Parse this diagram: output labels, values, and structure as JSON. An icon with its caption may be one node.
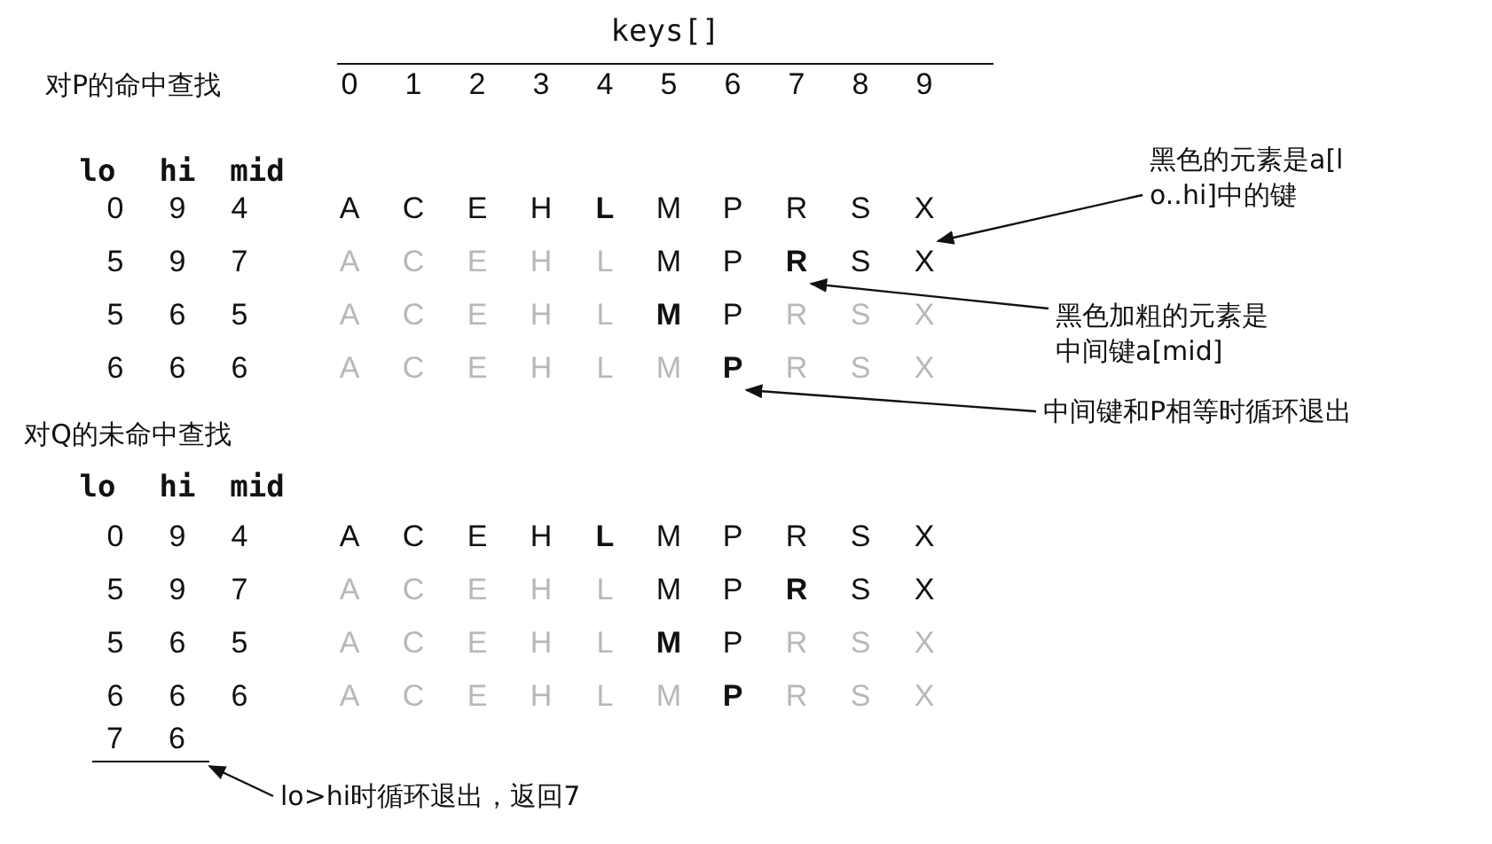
{
  "diagram": {
    "nodes": [
      {
        "text": [
          "黑色的元素是a[lo..hi]中的键"
        ]
      },
      {
        "text": [
          "X"
        ]
      },
      {
        "text": [
          "黑色加粗的元素是中间键a[mid]"
        ]
      },
      {
        "text": [
          "R"
        ]
      },
      {
        "text": [
          "中间键和P相等时循环退出"
        ]
      },
      {
        "text": [
          "P"
        ]
      },
      {
        "text": [
          "lo>hi时循环退出，返回7"
        ]
      },
      {
        "text": [
          "7",
          "6"
        ]
      }
    ],
    "edges": [
      {
        "from": 0,
        "to": 1,
        "arrow": "to"
      },
      {
        "from": 2,
        "to": 3,
        "arrow": "to"
      },
      {
        "from": 4,
        "to": 5,
        "arrow": "to"
      },
      {
        "from": 6,
        "to": 7,
        "arrow": "to"
      }
    ],
    "labels": [
      "keys[]",
      "对P的命中查找",
      "0",
      "1",
      "2",
      "3",
      "4",
      "5",
      "6",
      "7",
      "8",
      "9",
      "lo",
      "hi",
      "mid",
      "0",
      "9",
      "4",
      "A",
      "C",
      "E",
      "H",
      "L",
      "M",
      "P",
      "R",
      "S",
      "X",
      "5",
      "9",
      "7",
      "A",
      "C",
      "E",
      "H",
      "L",
      "M",
      "P",
      "S",
      "5",
      "6",
      "5",
      "A",
      "C",
      "E",
      "H",
      "L",
      "M",
      "P",
      "R",
      "S",
      "X",
      "6",
      "6",
      "6",
      "A",
      "C",
      "E",
      "H",
      "L",
      "M",
      "R",
      "S",
      "X",
      "对Q的未命中查找",
      "lo",
      "hi",
      "mid",
      "0",
      "9",
      "4",
      "A",
      "C",
      "E",
      "H",
      "L",
      "M",
      "P",
      "R",
      "S",
      "X",
      "5",
      "9",
      "7",
      "A",
      "C",
      "E",
      "H",
      "L",
      "M",
      "P",
      "R",
      "S",
      "X",
      "5",
      "6",
      "5",
      "A",
      "C",
      "E",
      "H",
      "L",
      "M",
      "P",
      "R",
      "S",
      "X",
      "6",
      "6",
      "6",
      "A",
      "C",
      "E",
      "H",
      "L",
      "M",
      "P",
      "R",
      "S",
      "X"
    ]
  }
}
